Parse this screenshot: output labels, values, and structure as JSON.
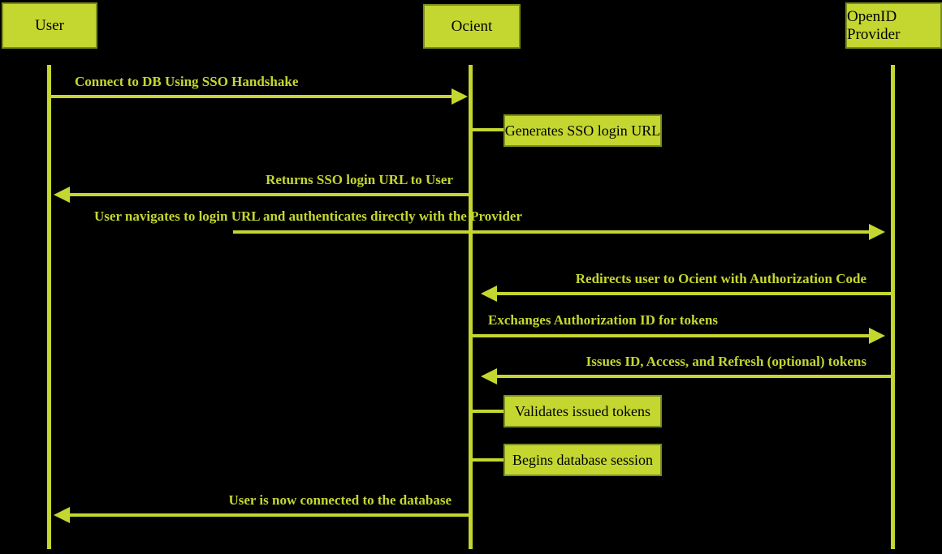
{
  "colors": {
    "background": "#000000",
    "accent": "#c4d730",
    "box_border": "#7d8d1d",
    "box_text": "#000000"
  },
  "actors": [
    {
      "id": "user",
      "label": "User"
    },
    {
      "id": "ocient",
      "label": "Ocient"
    },
    {
      "id": "openid-provider",
      "label": "OpenID Provider"
    }
  ],
  "messages": [
    {
      "label": "Connect to DB Using SSO Handshake",
      "from": "User",
      "to": "Ocient",
      "direction": "right"
    },
    {
      "label": "Returns SSO login URL to User",
      "from": "Ocient",
      "to": "User",
      "direction": "left"
    },
    {
      "label": "User navigates to login URL and authenticates directly with the Provider",
      "from": "User",
      "to": "OpenID Provider",
      "direction": "right"
    },
    {
      "label": "Redirects user to Ocient with Authorization Code",
      "from": "OpenID Provider",
      "to": "Ocient",
      "direction": "left"
    },
    {
      "label": "Exchanges Authorization ID for tokens",
      "from": "Ocient",
      "to": "OpenID Provider",
      "direction": "right"
    },
    {
      "label": "Issues ID, Access, and Refresh (optional) tokens",
      "from": "OpenID Provider",
      "to": "Ocient",
      "direction": "left"
    },
    {
      "label": "User is now connected to the database",
      "from": "Ocient",
      "to": "User",
      "direction": "left"
    }
  ],
  "self_actions": [
    {
      "label": "Generates SSO login URL",
      "actor": "Ocient"
    },
    {
      "label": "Validates issued tokens",
      "actor": "Ocient"
    },
    {
      "label": "Begins database session",
      "actor": "Ocient"
    }
  ]
}
